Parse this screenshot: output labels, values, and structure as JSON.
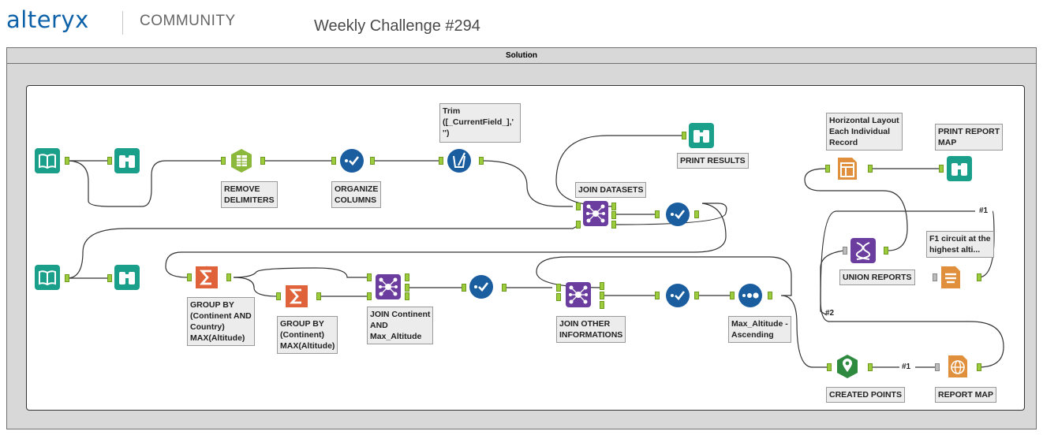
{
  "header": {
    "logo": "alteryx",
    "community": "COMMUNITY",
    "challenge": "Weekly Challenge #294"
  },
  "container": {
    "title": "Solution"
  },
  "labels": {
    "trim": "Trim\n([_CurrentField_],'\n'')",
    "print_results": "PRINT RESULTS",
    "remove_delimiters": "REMOVE\nDELIMITERS",
    "organize_columns": "ORGANIZE\nCOLUMNS",
    "join_datasets": "JOIN DATASETS",
    "group_country": "GROUP BY\n(Continent AND\nCountry)\nMAX(Altitude)",
    "group_continent": "GROUP BY\n(Continent)\nMAX(Altitude)",
    "join_continent": "JOIN Continent\nAND\nMax_Altitude",
    "join_other": "JOIN OTHER\nINFORMATIONS",
    "max_altitude": "Max_Altitude -\nAscending",
    "horizontal_layout": "Horizontal Layout\nEach Individual\nRecord",
    "print_report_map": "PRINT REPORT\nMAP",
    "union_reports": "UNION REPORTS",
    "f1_circuit": "F1 circuit at the\nhighest alti...",
    "created_points": "CREATED POINTS",
    "report_map": "REPORT MAP"
  },
  "connections": {
    "c1": "#1",
    "c2": "#2",
    "c3": "#1"
  },
  "colors": {
    "teal": "#1aa08a",
    "blue": "#1b5ea0",
    "purple": "#6a3d9e",
    "green_lime": "#8cb83c",
    "orange": "#e0623a",
    "tan": "#e0903c",
    "gold": "#f1b24a",
    "darkgreen": "#2e8a3e"
  },
  "icons": {
    "input": "book-icon",
    "browse": "binoculars-icon",
    "text_to_columns": "table-columns-icon",
    "select": "checkmark-icon",
    "formula": "formula-icon",
    "join": "join-icon",
    "summarize": "sigma-icon",
    "sort": "sort-icon",
    "layout": "layout-icon",
    "union": "union-icon",
    "text": "text-icon",
    "point": "map-pin-icon",
    "map": "globe-icon"
  }
}
